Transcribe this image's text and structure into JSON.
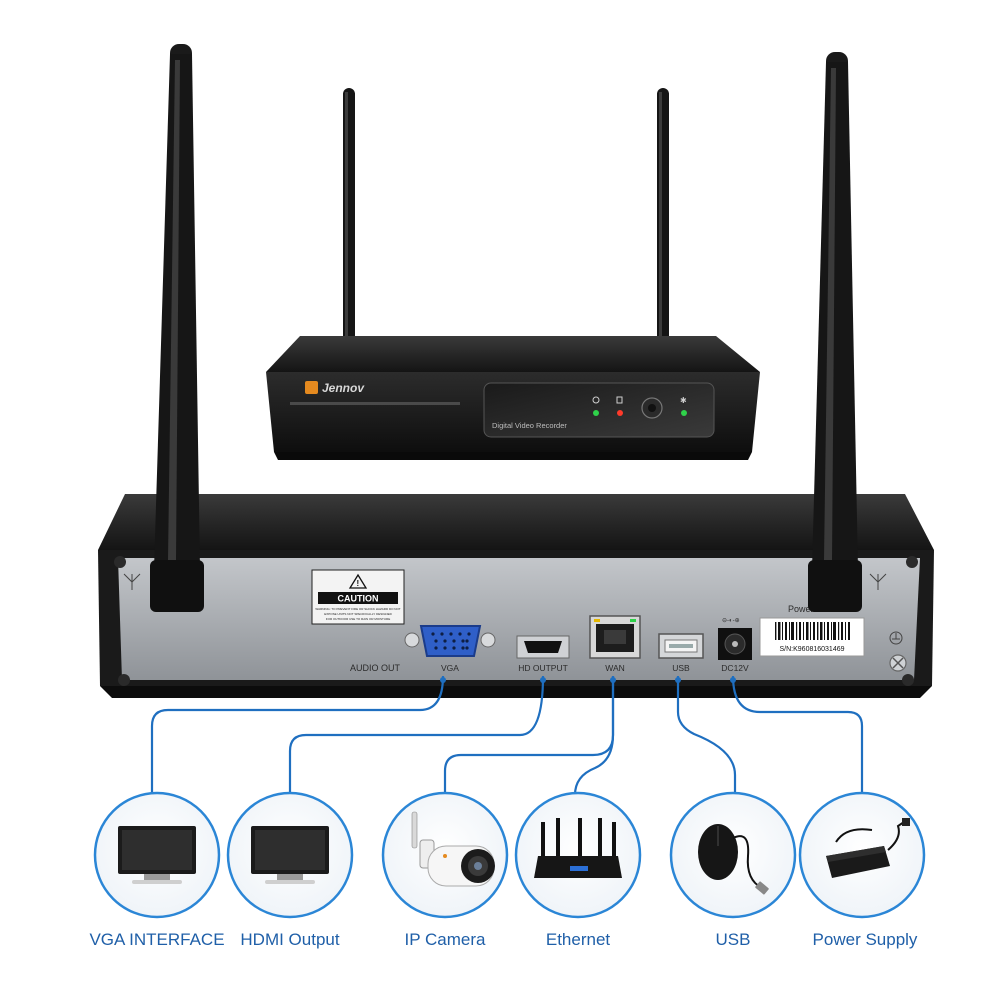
{
  "nvr_front": {
    "brand": "Jennov",
    "model_label": "Digital Video Recorder"
  },
  "nvr_back": {
    "caution_title": "CAUTION",
    "caution_lines": [
      "WARNING: TO PREVENT FIRE OR SHOCK HAZARD DO NOT",
      "EXPOSE UNITS NOT SPECIFICALLY DESIGNED",
      "FOR OUTDOOR USE TO RAIN OR MOISTURE"
    ],
    "ports": {
      "audio_out": "AUDIO OUT",
      "vga": "VGA",
      "hdmi": "HD OUTPUT",
      "wan": "WAN",
      "usb": "USB",
      "dc": "DC12V"
    },
    "power_label": "Power",
    "serial": "S/N:K960816031469"
  },
  "devices": [
    {
      "label": "VGA INTERFACE",
      "icon": "monitor-icon"
    },
    {
      "label": "HDMI Output",
      "icon": "monitor-icon"
    },
    {
      "label": "IP Camera",
      "icon": "ip-camera-icon"
    },
    {
      "label": "Ethernet",
      "icon": "router-icon"
    },
    {
      "label": "USB",
      "icon": "mouse-icon"
    },
    {
      "label": "Power Supply",
      "icon": "power-adapter-icon"
    }
  ],
  "colors": {
    "connector_line": "#1f6fc0",
    "caption": "#1f5fa8",
    "circle_border": "#2b86d6",
    "chassis": "#1c1c1c",
    "panel": "#a9adb2"
  }
}
